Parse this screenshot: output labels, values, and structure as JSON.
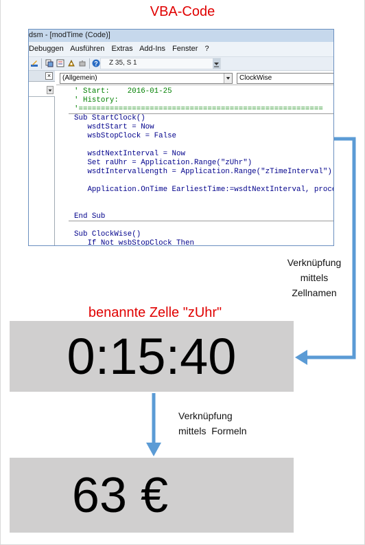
{
  "titles": {
    "vba": "VBA-Code",
    "cell": "benannte Zelle \"zUhr\""
  },
  "vbe": {
    "window_title": "dsm - [modTime (Code)]",
    "menu": [
      "Debuggen",
      "Ausführen",
      "Extras",
      "Add-Ins",
      "Fenster",
      "?"
    ],
    "cursor_position": "Z 35, S 1",
    "object_combo": "(Allgemein)",
    "procedure_combo": "ClockWise",
    "code_lines": [
      {
        "text": "' Start:    2016-01-25",
        "kind": "comment"
      },
      {
        "text": "' History:",
        "kind": "comment"
      },
      {
        "text": "'=======================================================",
        "kind": "comment"
      },
      {
        "text": "Sub StartClock()",
        "kind": "code"
      },
      {
        "text": "   wsdtStart = Now",
        "kind": "code"
      },
      {
        "text": "   wsbStopClock = False",
        "kind": "code"
      },
      {
        "text": "",
        "kind": "code"
      },
      {
        "text": "   wsdtNextInterval = Now",
        "kind": "code"
      },
      {
        "text": "   Set raUhr = Application.Range(\"zUhr\")",
        "kind": "code"
      },
      {
        "text": "   wsdtIntervalLength = Application.Range(\"zTimeInterval\").",
        "kind": "code"
      },
      {
        "text": "",
        "kind": "code"
      },
      {
        "text": "   Application.OnTime EarliestTime:=wsdtNextInterval, proce",
        "kind": "code"
      },
      {
        "text": "",
        "kind": "code"
      },
      {
        "text": "",
        "kind": "code"
      },
      {
        "text": "End Sub",
        "kind": "code"
      },
      {
        "text": "",
        "kind": "code"
      },
      {
        "text": "Sub ClockWise()",
        "kind": "code"
      },
      {
        "text": "   If Not wsbStopClock Then",
        "kind": "code"
      }
    ]
  },
  "clock_cell": {
    "value": "0:15:40"
  },
  "euro_cell": {
    "value": "63 €"
  },
  "notes": {
    "link_by_name": [
      "Verknüpfung",
      "mittels",
      "Zellnamen"
    ],
    "link_by_formula": [
      "Verknüpfung",
      "mittels  Formeln"
    ]
  },
  "colors": {
    "title_red": "#e00000",
    "arrow_blue": "#5b9bd5",
    "box_gray": "#d0cfcf",
    "code_comment": "#008000",
    "code_keyword": "#00008b"
  }
}
